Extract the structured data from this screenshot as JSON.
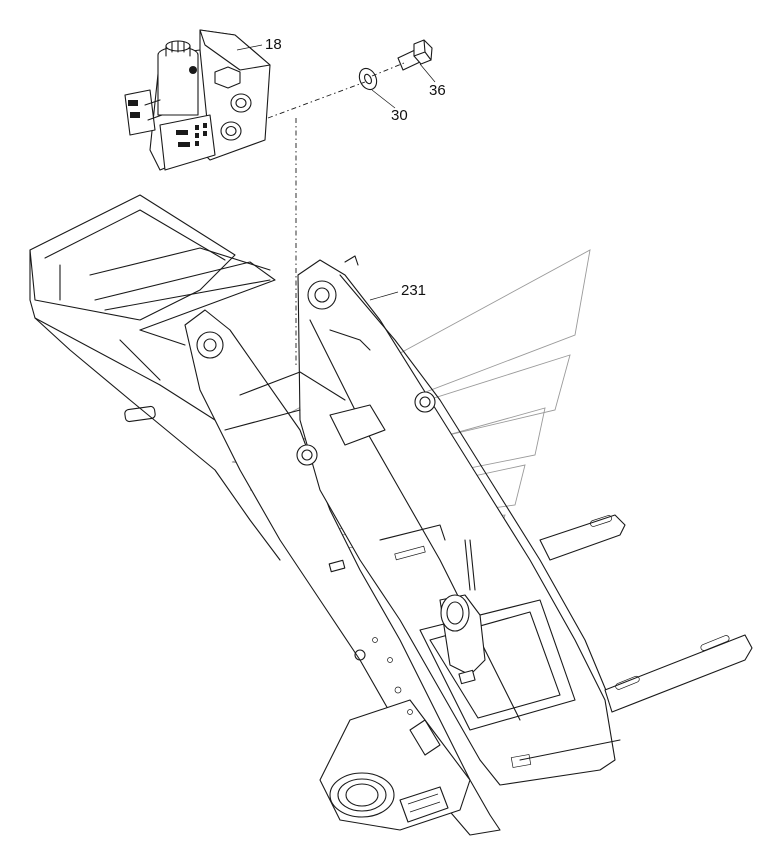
{
  "diagram": {
    "callouts": [
      {
        "id": "valve",
        "label": "18"
      },
      {
        "id": "bolt",
        "label": "36"
      },
      {
        "id": "washer",
        "label": "30"
      },
      {
        "id": "boom",
        "label": "231"
      }
    ]
  }
}
